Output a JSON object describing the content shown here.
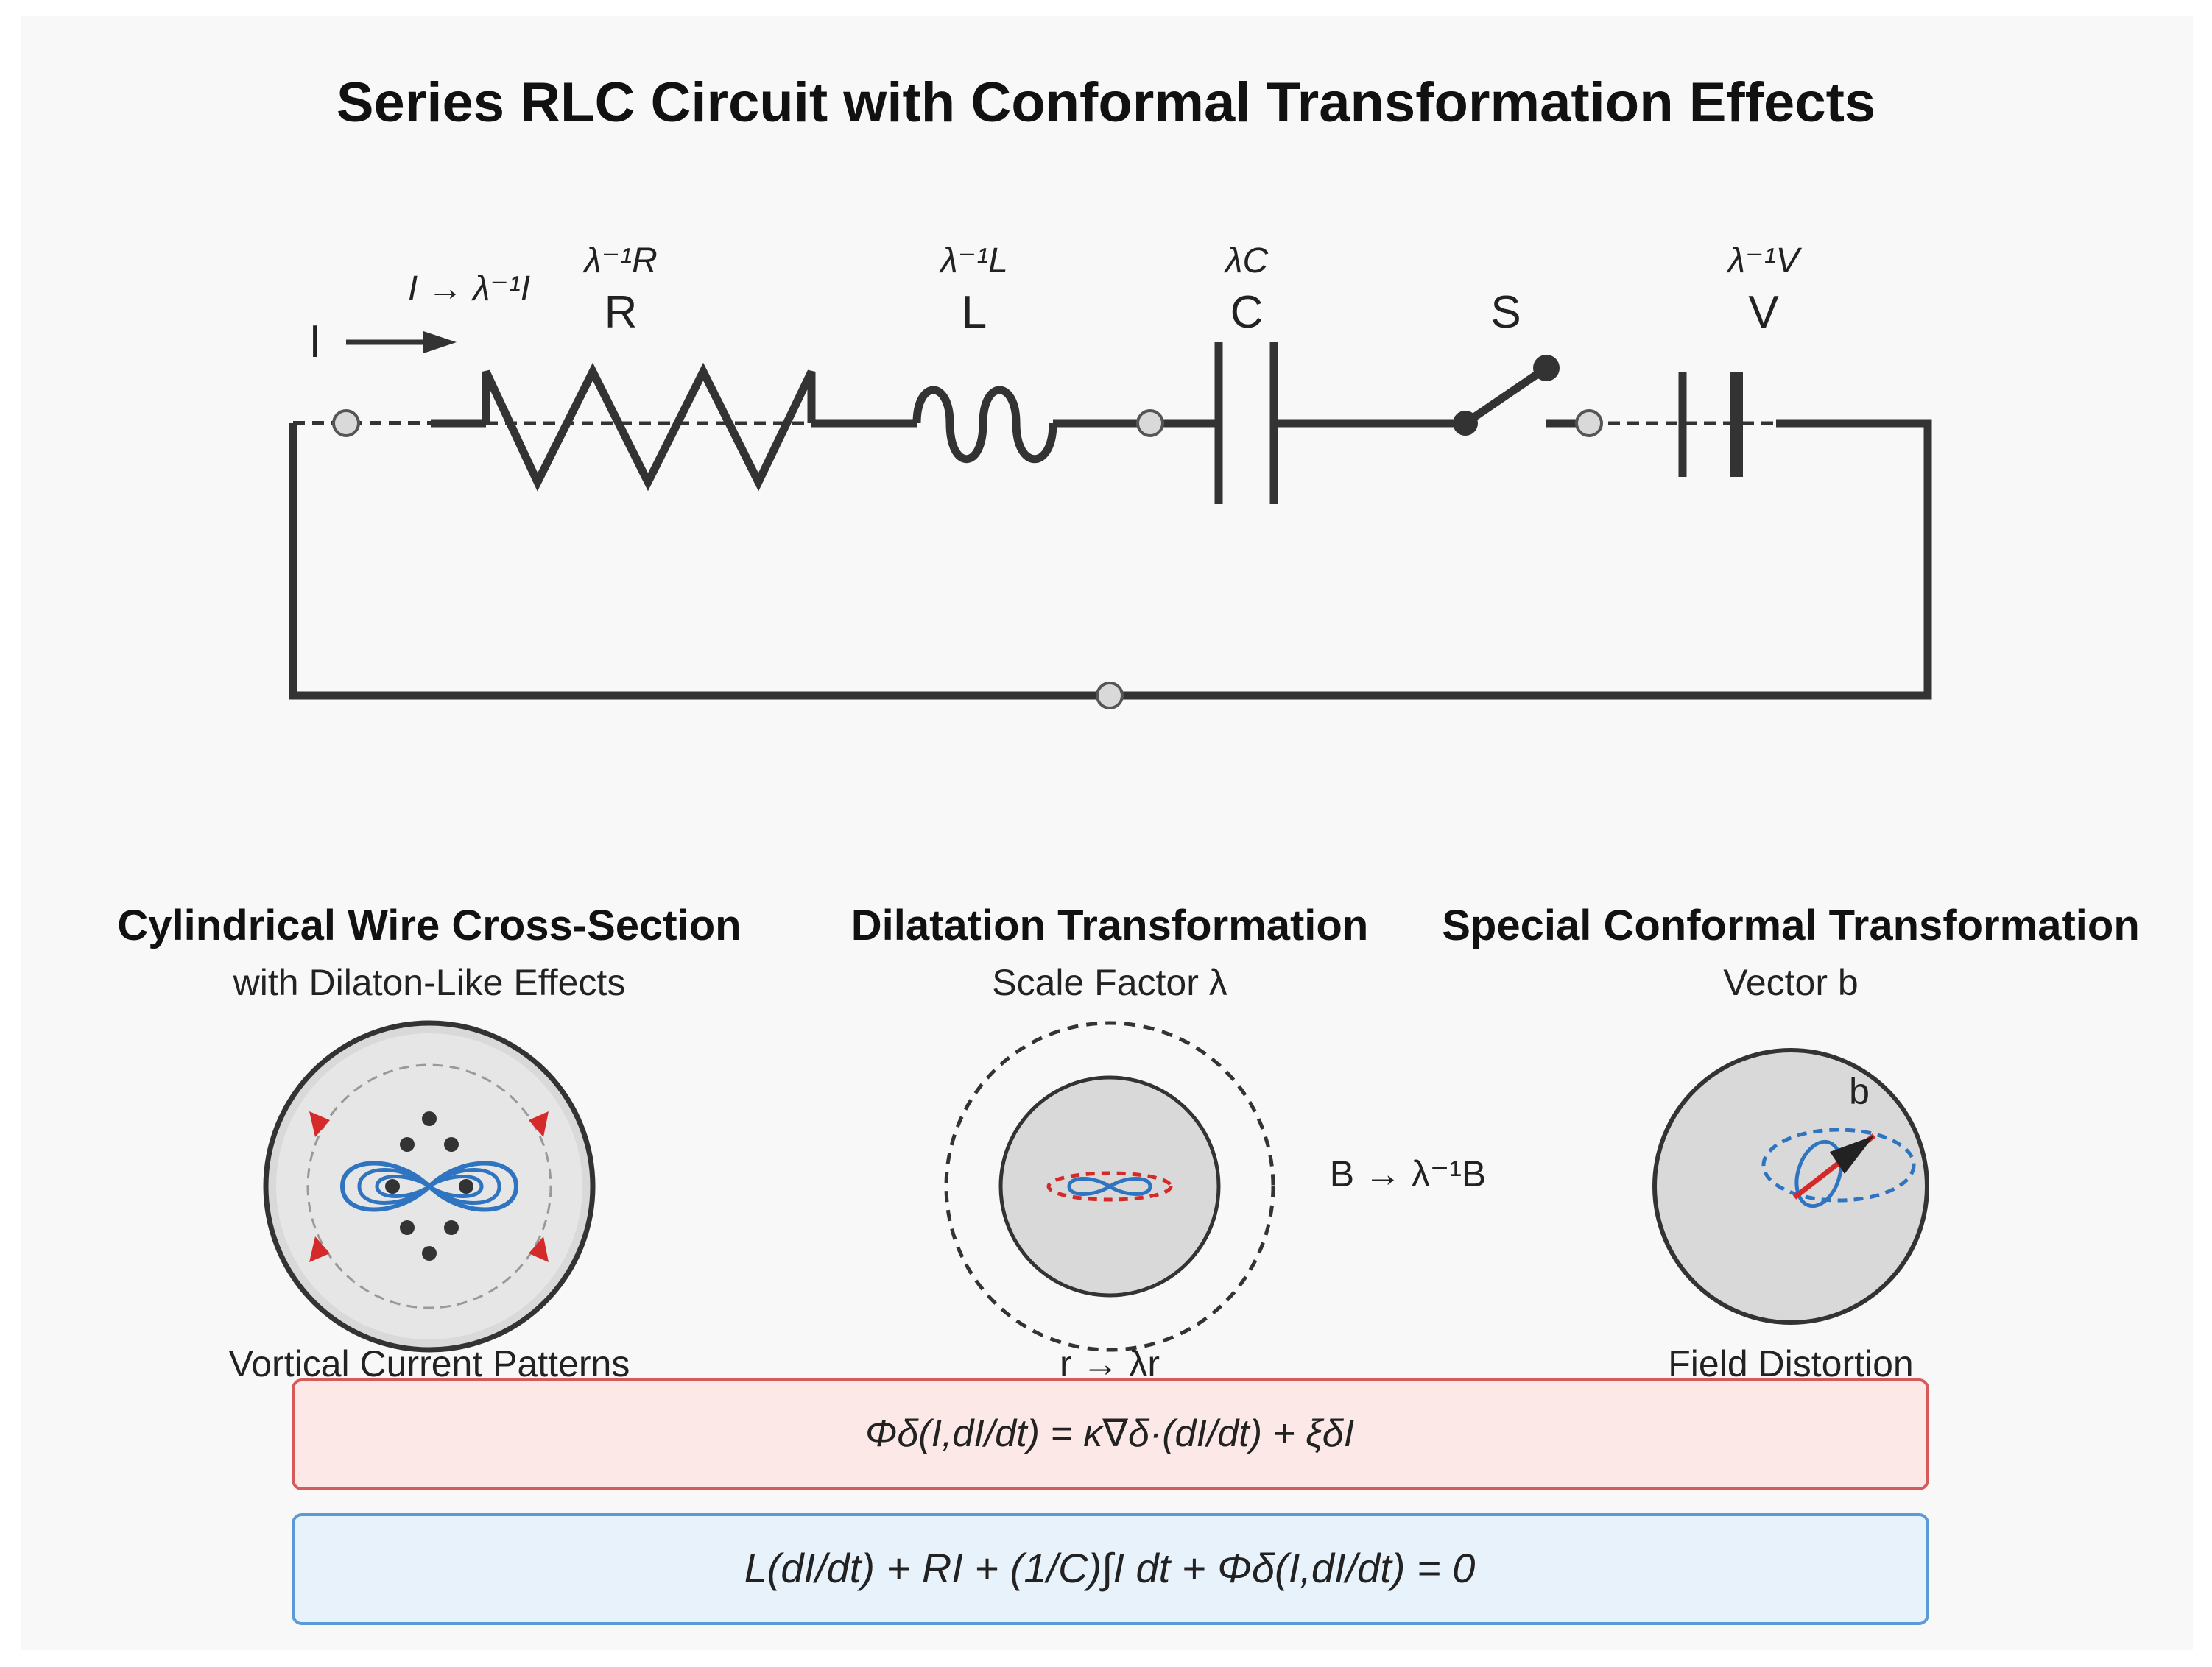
{
  "title": "Series RLC Circuit with Conformal Transformation Effects",
  "circuit": {
    "current_label": "I",
    "current_transform": "I → λ⁻¹I",
    "resistor": {
      "label": "R",
      "transform": "λ⁻¹R"
    },
    "inductor": {
      "label": "L",
      "transform": "λ⁻¹L"
    },
    "capacitor": {
      "label": "C",
      "transform": "λC"
    },
    "switch": {
      "label": "S"
    },
    "source": {
      "label": "V",
      "transform": "λ⁻¹V"
    }
  },
  "panels": {
    "wire": {
      "title": "Cylindrical Wire Cross-Section",
      "subtitle": "with Dilaton-Like Effects",
      "caption": "Vortical Current Patterns"
    },
    "dilatation": {
      "title": "Dilatation Transformation",
      "subtitle": "Scale Factor λ",
      "field_label": "B → λ⁻¹B",
      "caption": "r → λr"
    },
    "special": {
      "title": "Special Conformal Transformation",
      "subtitle": "Vector b",
      "vector_label": "b",
      "caption": "Field Distortion"
    }
  },
  "equations": {
    "phi": "Φδ(I,dI/dt) = κ∇δ·(dI/dt) + ξδI",
    "main": "L(dI/dt) + RI + (1/C)∫I dt + Φδ(I,dI/dt) = 0"
  },
  "colors": {
    "wire": "#333333",
    "accent_blue": "#2f74c0",
    "accent_red": "#d42a2a",
    "phi_box_fill": "#fde8e8",
    "phi_box_stroke": "#d65a5a",
    "main_box_fill": "#e8f2fb",
    "main_box_stroke": "#5b9bd5"
  }
}
